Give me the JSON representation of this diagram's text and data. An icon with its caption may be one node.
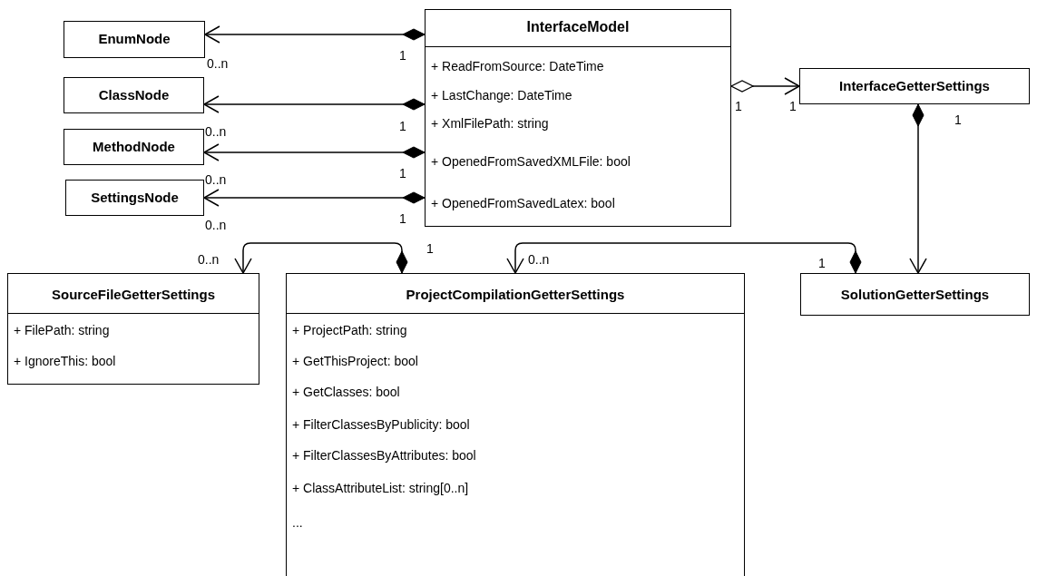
{
  "diagram": {
    "nodes": [
      {
        "text": [
          "EnumNode"
        ]
      },
      {
        "text": [
          "ClassNode"
        ]
      },
      {
        "text": [
          "MethodNode"
        ]
      },
      {
        "text": [
          "SettingsNode"
        ]
      },
      {
        "text": [
          "InterfaceModel",
          "+ ReadFromSource: DateTime",
          "+ LastChange: DateTime",
          "+ XmlFilePath: string",
          "+ OpenedFromSavedXMLFile: bool",
          "+ OpenedFromSavedLatex: bool"
        ]
      },
      {
        "text": [
          "InterfaceGetterSettings"
        ]
      },
      {
        "text": [
          "SourceFileGetterSettings",
          "+ FilePath: string",
          "+ IgnoreThis: bool"
        ]
      },
      {
        "text": [
          "ProjectCompilationGetterSettings",
          "+ ProjectPath: string",
          "+ GetThisProject: bool",
          "+ GetClasses: bool",
          "+ FilterClassesByPublicity: bool",
          "+ FilterClassesByAttributes: bool",
          "+ ClassAttributeList: string[0..n]",
          "..."
        ]
      },
      {
        "text": [
          "SolutionGetterSettings"
        ]
      }
    ],
    "edges": [
      {
        "from": 4,
        "to": 0,
        "arrow": "to"
      },
      {
        "from": 4,
        "to": 1,
        "arrow": "to"
      },
      {
        "from": 4,
        "to": 2,
        "arrow": "to"
      },
      {
        "from": 4,
        "to": 3,
        "arrow": "to"
      },
      {
        "from": 4,
        "to": 5,
        "arrow": "to"
      },
      {
        "from": 5,
        "to": 8,
        "arrow": "to"
      },
      {
        "from": 7,
        "to": 6,
        "arrow": "to"
      },
      {
        "from": 8,
        "to": 7,
        "arrow": "to"
      }
    ],
    "labels": [
      "1",
      "0..n",
      "1",
      "1",
      "1",
      "1",
      "0..n",
      "1",
      "0..n",
      "1",
      "0..n",
      "1",
      "0..n",
      "0..n",
      "1"
    ]
  }
}
